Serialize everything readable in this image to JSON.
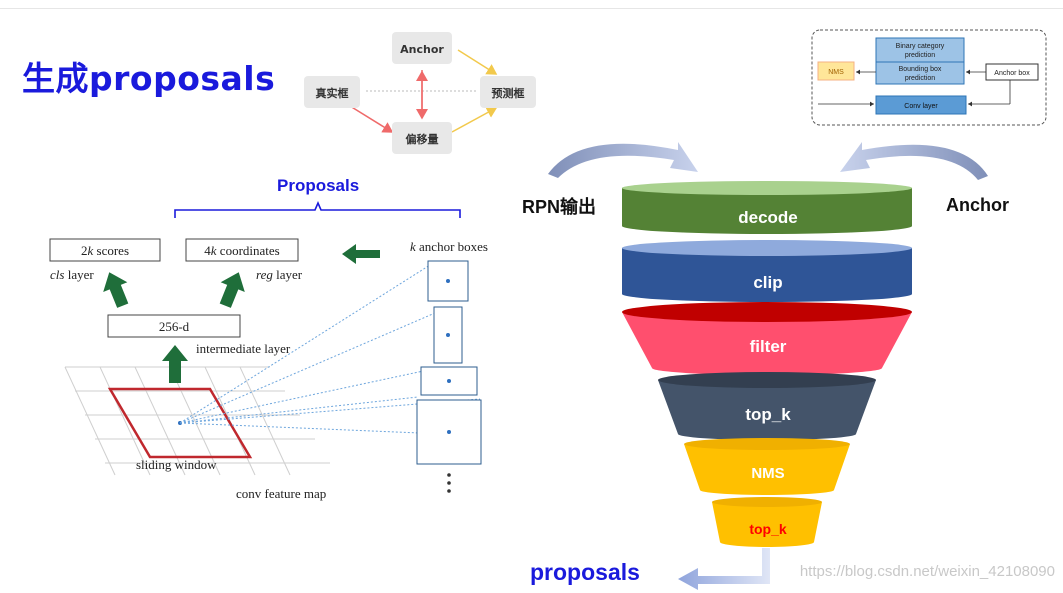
{
  "title": "生成proposals",
  "top_diagram": {
    "anchor": "Anchor",
    "gt_box": "真实框",
    "pred_box": "预测框",
    "offset": "偏移量"
  },
  "rpn_diagram": {
    "binary_category": [
      "Binary category",
      "prediction"
    ],
    "bbox_prediction": [
      "Bounding box",
      "prediction"
    ],
    "nms": "NMS",
    "anchor_box": "Anchor box",
    "conv_layer": "Conv layer"
  },
  "proposals_header": "Proposals",
  "rpn_figure": {
    "scores_prefix": "2",
    "scores_k": "k",
    "scores_suffix": " scores",
    "coords_prefix": "4",
    "coords_k": "k",
    "coords_suffix": " coordinates",
    "cls_italic": "cls",
    "cls_rest": " layer",
    "reg_italic": "reg",
    "reg_rest": " layer",
    "anchor_k": "k",
    "anchor_rest": " anchor boxes",
    "intermediate_box": "256-d",
    "intermediate_label": "intermediate layer",
    "sliding_window": "sliding window",
    "conv_feature_map": "conv feature map"
  },
  "side_labels": {
    "rpn_output": "RPN输出",
    "anchor": "Anchor",
    "output": "proposals"
  },
  "funnel": [
    {
      "label": "decode",
      "color": "#548235",
      "top_color": "#a9d18e"
    },
    {
      "label": "clip",
      "color": "#2f5597",
      "top_color": "#8faadc"
    },
    {
      "label": "filter",
      "color": "#ff4f6e",
      "top_color": "#c00000"
    },
    {
      "label": "top_k",
      "color": "#44546a",
      "top_color": "#333f50"
    },
    {
      "label": "NMS",
      "color": "#ffc000",
      "top_color": "#f0b000"
    },
    {
      "label": "top_k",
      "color": "#ffc000",
      "top_color": "#f0b000",
      "text_color": "#ff0000"
    }
  ],
  "watermark": "https://blog.csdn.net/weixin_42108090"
}
